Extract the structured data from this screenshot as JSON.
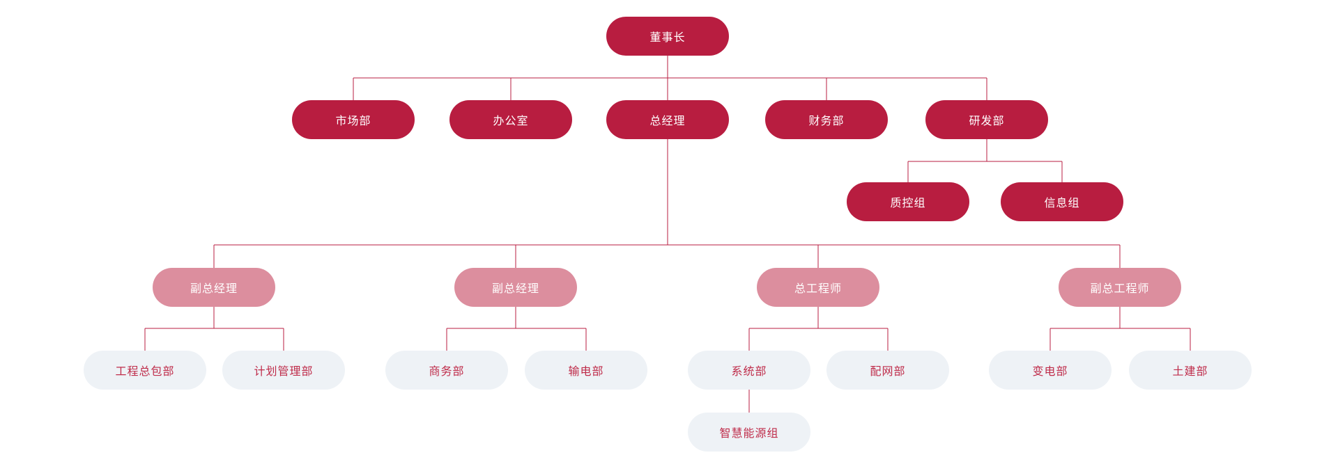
{
  "colors": {
    "background": "#ffffff",
    "node_primary": "#b81d40",
    "node_secondary": "#dc8e9e",
    "node_tertiary_bg": "#eef2f6",
    "node_tertiary_text": "#bf2c4a",
    "node_text_light": "#ffffff",
    "connector": "#b81d40"
  },
  "org_chart": {
    "type": "organization-chart",
    "nodes": [
      {
        "id": "chairman",
        "label": "董事长",
        "level": 1,
        "style": "primary",
        "parent": null
      },
      {
        "id": "marketing-dept",
        "label": "市场部",
        "level": 2,
        "style": "primary",
        "parent": "chairman"
      },
      {
        "id": "office",
        "label": "办公室",
        "level": 2,
        "style": "primary",
        "parent": "chairman"
      },
      {
        "id": "general-manager",
        "label": "总经理",
        "level": 2,
        "style": "primary",
        "parent": "chairman"
      },
      {
        "id": "finance-dept",
        "label": "财务部",
        "level": 2,
        "style": "primary",
        "parent": "chairman"
      },
      {
        "id": "rnd-dept",
        "label": "研发部",
        "level": 2,
        "style": "primary",
        "parent": "chairman"
      },
      {
        "id": "quality-control-group",
        "label": "质控组",
        "level": 3,
        "style": "primary",
        "parent": "rnd-dept"
      },
      {
        "id": "information-group",
        "label": "信息组",
        "level": 3,
        "style": "primary",
        "parent": "rnd-dept"
      },
      {
        "id": "deputy-gm-1",
        "label": "副总经理",
        "level": 3,
        "style": "secondary",
        "parent": "general-manager"
      },
      {
        "id": "deputy-gm-2",
        "label": "副总经理",
        "level": 3,
        "style": "secondary",
        "parent": "general-manager"
      },
      {
        "id": "chief-engineer",
        "label": "总工程师",
        "level": 3,
        "style": "secondary",
        "parent": "general-manager"
      },
      {
        "id": "deputy-chief-engineer",
        "label": "副总工程师",
        "level": 3,
        "style": "secondary",
        "parent": "general-manager"
      },
      {
        "id": "epc-dept",
        "label": "工程总包部",
        "level": 4,
        "style": "tertiary",
        "parent": "deputy-gm-1"
      },
      {
        "id": "planning-dept",
        "label": "计划管理部",
        "level": 4,
        "style": "tertiary",
        "parent": "deputy-gm-1"
      },
      {
        "id": "commerce-dept",
        "label": "商务部",
        "level": 4,
        "style": "tertiary",
        "parent": "deputy-gm-2"
      },
      {
        "id": "transmission-dept",
        "label": "输电部",
        "level": 4,
        "style": "tertiary",
        "parent": "deputy-gm-2"
      },
      {
        "id": "systems-dept",
        "label": "系统部",
        "level": 4,
        "style": "tertiary",
        "parent": "chief-engineer"
      },
      {
        "id": "distribution-dept",
        "label": "配网部",
        "level": 4,
        "style": "tertiary",
        "parent": "chief-engineer"
      },
      {
        "id": "substation-dept",
        "label": "变电部",
        "level": 4,
        "style": "tertiary",
        "parent": "deputy-chief-engineer"
      },
      {
        "id": "civil-dept",
        "label": "土建部",
        "level": 4,
        "style": "tertiary",
        "parent": "deputy-chief-engineer"
      },
      {
        "id": "smart-energy-group",
        "label": "智慧能源组",
        "level": 5,
        "style": "tertiary",
        "parent": "systems-dept"
      }
    ]
  }
}
